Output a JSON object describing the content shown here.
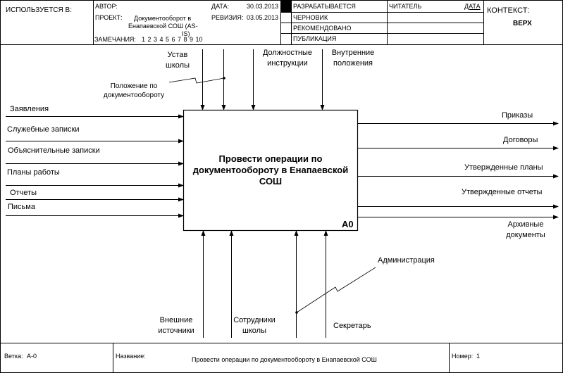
{
  "header": {
    "used_in_label": "ИСПОЛЬЗУЕТСЯ В:",
    "author_label": "АВТОР:",
    "project_label": "ПРОЕКТ:",
    "project_value_line1": "Документооборот в",
    "project_value_line2": "Енапаевской СОШ (AS-",
    "project_value_line3": "IS)",
    "notes_label": "ЗАМЕЧАНИЯ:",
    "notes_numbers": "1 2 3 4 5 6 7 8 9 10",
    "date_label": "ДАТА:",
    "date_value": "30.03.2013",
    "revision_label": "РЕВИЗИЯ:",
    "revision_value": "03.05.2013",
    "status": [
      {
        "label": "РАЗРАБАТЫВАЕТСЯ",
        "active": true
      },
      {
        "label": "ЧЕРНОВИК",
        "active": false
      },
      {
        "label": "РЕКОМЕНДОВАНО",
        "active": false
      },
      {
        "label": "ПУБЛИКАЦИЯ",
        "active": false
      }
    ],
    "reader_label": "ЧИТАТЕЛЬ",
    "reader_date_label": "ДАТА",
    "context_label": "КОНТЕКСТ:",
    "context_value": "ВЕРХ"
  },
  "diagram": {
    "activity": {
      "title": "Провести операции по документообороту в Енапаевской СОШ",
      "node": "A0"
    },
    "controls": [
      {
        "label_line1": "Устав",
        "label_line2": "школы"
      },
      {
        "label_line1": "Положение по",
        "label_line2": "документообороту"
      },
      {
        "label_line1": "Должностные",
        "label_line2": "инструкции"
      },
      {
        "label_line1": "Внутренние",
        "label_line2": "положения"
      }
    ],
    "inputs": [
      "Заявления",
      "Служебные записки",
      "Объяснительные записки",
      "Планы работы",
      "Отчеты",
      "Письма"
    ],
    "outputs": [
      {
        "label_line1": "Приказы"
      },
      {
        "label_line1": "Договоры"
      },
      {
        "label_line1": "Утвержденные планы"
      },
      {
        "label_line1": "Утвержденные отчеты"
      },
      {
        "label_line1": "Архивные",
        "label_line2": "документы"
      }
    ],
    "mechanisms": [
      {
        "label_line1": "Внешние",
        "label_line2": "источники"
      },
      {
        "label_line1": "Сотрудники",
        "label_line2": "школы"
      },
      {
        "label_line1": "Администрация"
      },
      {
        "label_line1": "Секретарь"
      }
    ]
  },
  "footer": {
    "branch_label": "Ветка:",
    "branch_value": "A-0",
    "name_label": "Название:",
    "name_value": "Провести операции по документообороту в Енапаевской СОШ",
    "number_label": "Номер:",
    "number_value": "1"
  }
}
